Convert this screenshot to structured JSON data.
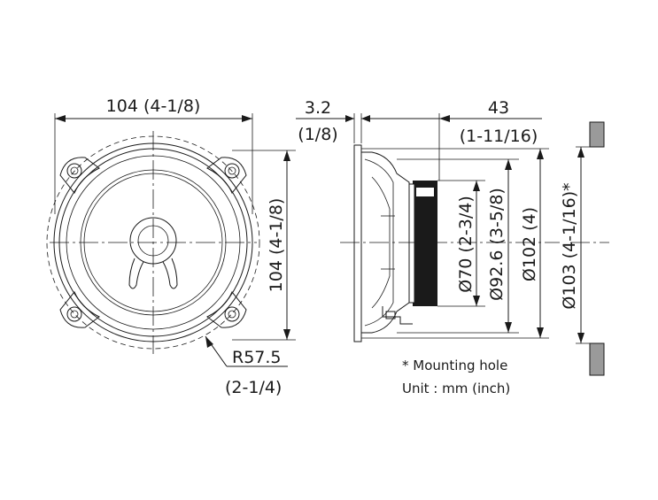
{
  "dimensions": {
    "front_width": "104 (4-1/8)",
    "front_height": "104 (4-1/8)",
    "flange_thickness_mm": "3.2",
    "flange_thickness_in": "(1/8)",
    "depth_mm": "43",
    "depth_in": "(1-11/16)",
    "magnet_dia": "Ø70 (2-3/4)",
    "basket_dia": "Ø92.6 (3-5/8)",
    "frame_dia": "Ø102 (4)",
    "mounting_hole_dia": "Ø103 (4-1/16)*",
    "bolt_radius_mm": "R57.5",
    "bolt_radius_in": "(2-1/4)"
  },
  "notes": {
    "mounting_hole": "* Mounting hole",
    "unit": "Unit : mm (inch)"
  }
}
